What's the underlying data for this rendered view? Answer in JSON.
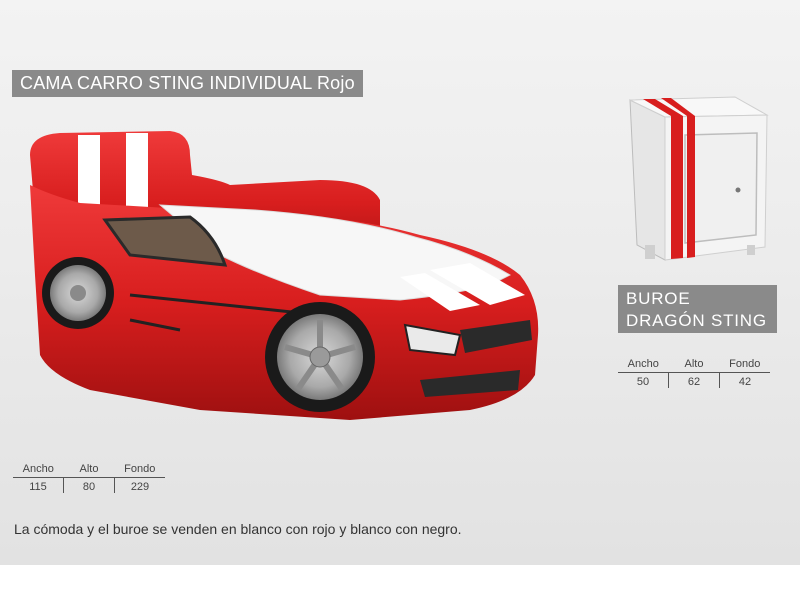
{
  "bed": {
    "title": "CAMA CARRO STING INDIVIDUAL Rojo",
    "dimensions": {
      "headers": [
        "Ancho",
        "Alto",
        "Fondo"
      ],
      "values": [
        "115",
        "80",
        "229"
      ]
    }
  },
  "buroe": {
    "title_line1": "BUROE",
    "title_line2": "DRAGÓN STING",
    "dimensions": {
      "headers": [
        "Ancho",
        "Alto",
        "Fondo"
      ],
      "values": [
        "50",
        "62",
        "42"
      ]
    }
  },
  "footer_note": "La cómoda y el buroe se venden en blanco con rojo y blanco con negro.",
  "colors": {
    "banner": "#8a8a8a",
    "car_red": "#d81e1e",
    "stripe_white": "#ffffff"
  }
}
